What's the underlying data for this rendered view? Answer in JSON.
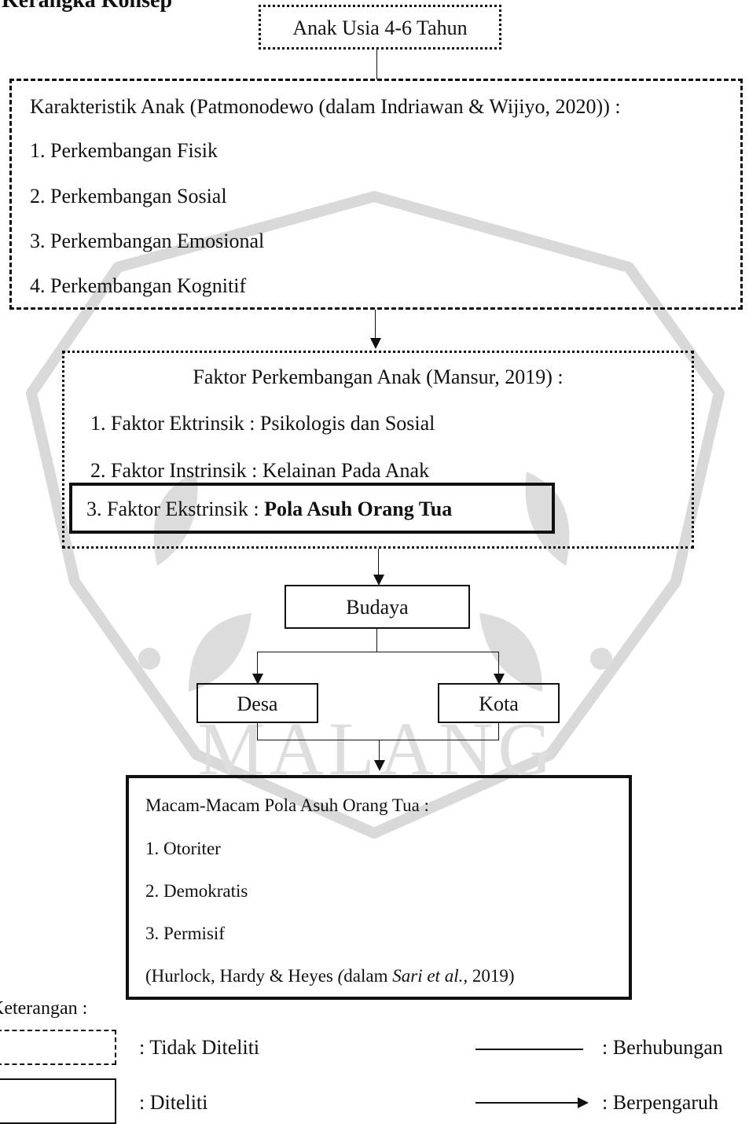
{
  "heading_partial": "Kerangka Konsep",
  "top_box": {
    "label": "Anak Usia 4-6 Tahun"
  },
  "karakteristik": {
    "title": "Karakteristik Anak (Patmonodewo (dalam Indriawan & Wijiyo, 2020)) :",
    "items": [
      "1. Perkembangan Fisik",
      "2. Perkembangan Sosial",
      "3. Perkembangan Emosional",
      "4. Perkembangan Kognitif"
    ]
  },
  "faktor": {
    "title": "Faktor Perkembangan Anak (Mansur, 2019) :",
    "items": [
      "1. Faktor Ektrinsik : Psikologis dan Sosial",
      "2. Faktor Instrinsik : Kelainan Pada Anak"
    ],
    "highlight_prefix": "3. Faktor Ekstrinsik : ",
    "highlight_bold": "Pola Asuh Orang Tua"
  },
  "budaya": {
    "label": "Budaya"
  },
  "desa": {
    "label": "Desa"
  },
  "kota": {
    "label": "Kota"
  },
  "pola_asuh": {
    "title": "Macam-Macam Pola Asuh Orang Tua :",
    "items": [
      "1. Otoriter",
      "2. Demokratis",
      "3. Permisif"
    ],
    "citation_a": "(Hurlock, Hardy & Heyes ",
    "citation_b": "(",
    "citation_c": "dalam ",
    "citation_d": "Sari et al.,",
    "citation_e": " 2019)"
  },
  "legend": {
    "title": "Keterangan :",
    "tidak_diteliti": ": Tidak Diteliti",
    "diteliti": ": Diteliti",
    "berhubungan": ": Berhubungan",
    "berpengaruh": ": Berpengaruh"
  },
  "watermark_text": "MALANG"
}
